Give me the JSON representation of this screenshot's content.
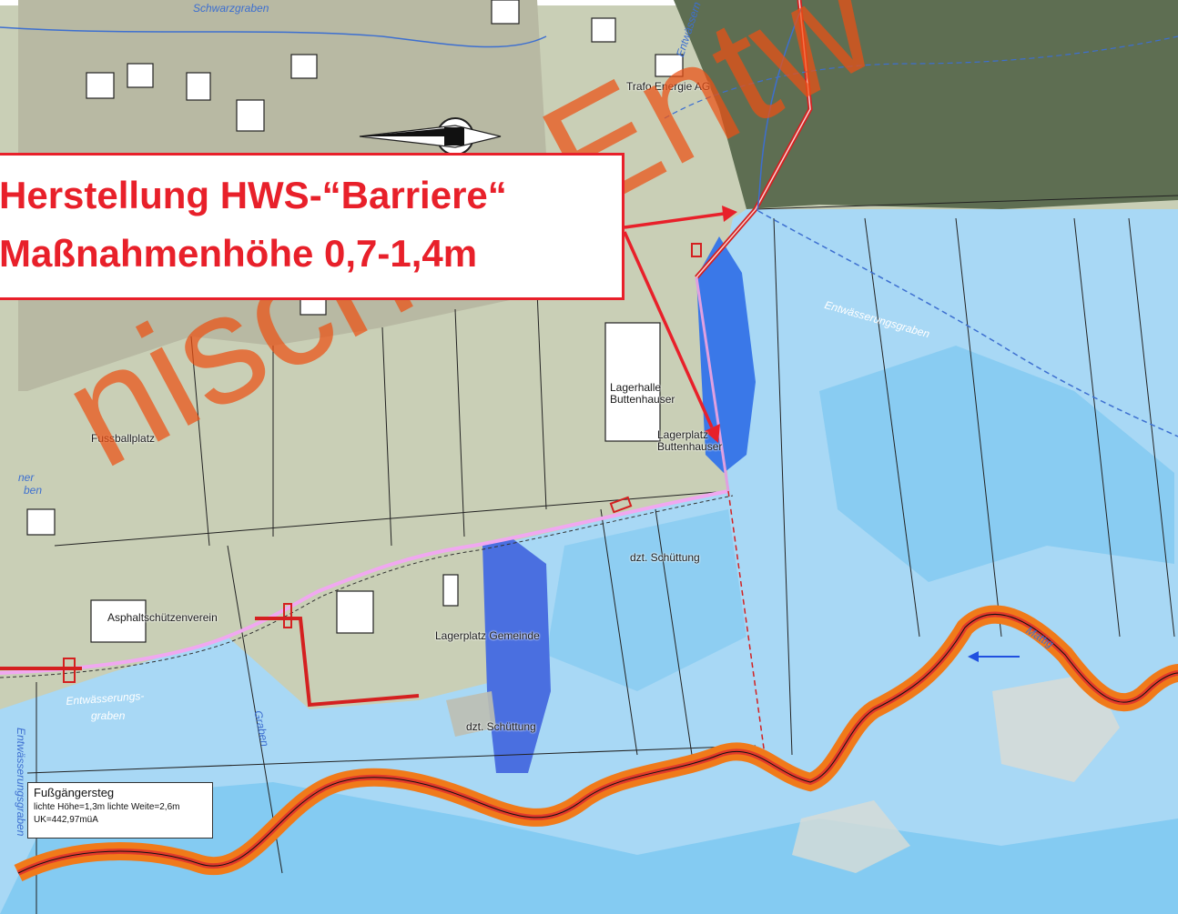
{
  "callout": {
    "line1": "Herstellung HWS-“Barriere“",
    "line2": "Maßnahmenhöhe 0,7-1,4m"
  },
  "labels": {
    "schwarzgraben": "Schwarzgraben",
    "trafo": "Trafo Energie AG",
    "entwaesserungsgraben_top": "Entwässerungsgraben",
    "entw_partial": "Entwässern",
    "lagerhalle": "Lagerhalle Buttenhauser",
    "lagerplatz_buttenhauser": "Lagerplatz Buttenhauser",
    "fussballplatz": "Fussballplatz",
    "dzt_schuettung_1": "dzt. Schüttung",
    "dzt_schuettung_2": "dzt. Schüttung",
    "asphaltschuetzenverein": "Asphaltschützenverein",
    "lagerplatz_gemeinde": "Lagerplatz Gemeinde",
    "entwaesserungsgraben_left": "Entwässerungs-",
    "graben_left": "graben",
    "graben_vertical": "Graben",
    "entwaesserungsgraben_vertical": "Entwässerungsgraben",
    "mattig": "Mattig",
    "ner": "ner",
    "ben": "ben"
  },
  "infobox": {
    "title": "Fußgängersteg",
    "line1": "lichte Höhe=1,3m lichte Weite=2,6m",
    "line2": "UK=442,97müA"
  },
  "watermark": "nischer Entw",
  "colors": {
    "callout_red": "#e8202a",
    "barrier_red": "#d42020",
    "river_orange": "#f07a1a",
    "flood_light": "#a8d8f5",
    "flood_mid": "#5fbdf0",
    "flood_dark": "#3a78e8",
    "meadow": "#c9cfb6",
    "forest": "#5e6e52"
  }
}
